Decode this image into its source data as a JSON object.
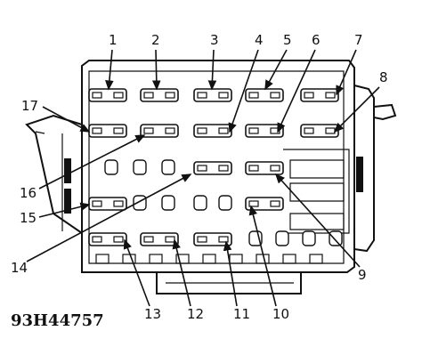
{
  "diagram": {
    "figure_code": "93H44757",
    "callouts": [
      "1",
      "2",
      "3",
      "4",
      "5",
      "6",
      "7",
      "8",
      "9",
      "10",
      "11",
      "12",
      "13",
      "14",
      "15",
      "16",
      "17"
    ]
  }
}
